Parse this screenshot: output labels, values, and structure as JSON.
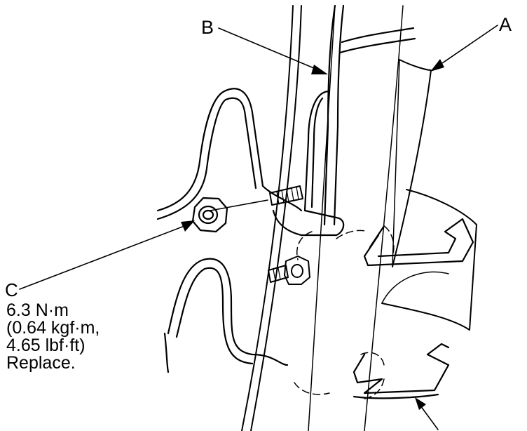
{
  "labels": {
    "a": "A",
    "b": "B",
    "c": "C"
  },
  "spec": {
    "torque_nm": "6.3 N·m",
    "torque_kgfm": "(0.64 kgf·m,",
    "torque_lbfft": "4.65 lbf·ft)",
    "note": "Replace."
  },
  "colors": {
    "ink": "#000000",
    "paper": "#ffffff"
  }
}
